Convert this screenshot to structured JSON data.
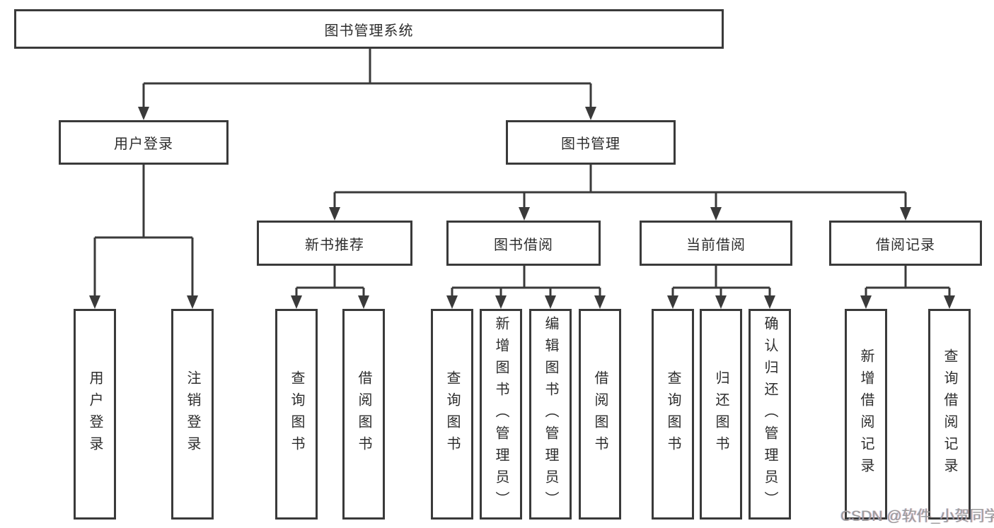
{
  "watermark": "CSDN @软件_小贺同学",
  "colors": {
    "line": "#3a3a3a",
    "text": "#2d2d2d",
    "watermark": "#9b9b9b",
    "background": "#ffffff"
  },
  "tree": {
    "root": {
      "label": "图书管理系统"
    },
    "level2": [
      {
        "label": "用户登录"
      },
      {
        "label": "图书管理"
      }
    ],
    "level3": [
      {
        "label": "新书推荐"
      },
      {
        "label": "图书借阅"
      },
      {
        "label": "当前借阅"
      },
      {
        "label": "借阅记录"
      }
    ],
    "leaves": {
      "user_login": [
        "用户登录",
        "注销登录"
      ],
      "new_books": [
        "查询图书",
        "借阅图书"
      ],
      "book_borrow": [
        "查询图书",
        "新增图书（管理员）",
        "编辑图书（管理员）",
        "借阅图书"
      ],
      "current_borrow": [
        "查询图书",
        "归还图书",
        "确认归还（管理员）"
      ],
      "borrow_records": [
        "新增借阅记录",
        "查询借阅记录"
      ]
    }
  }
}
